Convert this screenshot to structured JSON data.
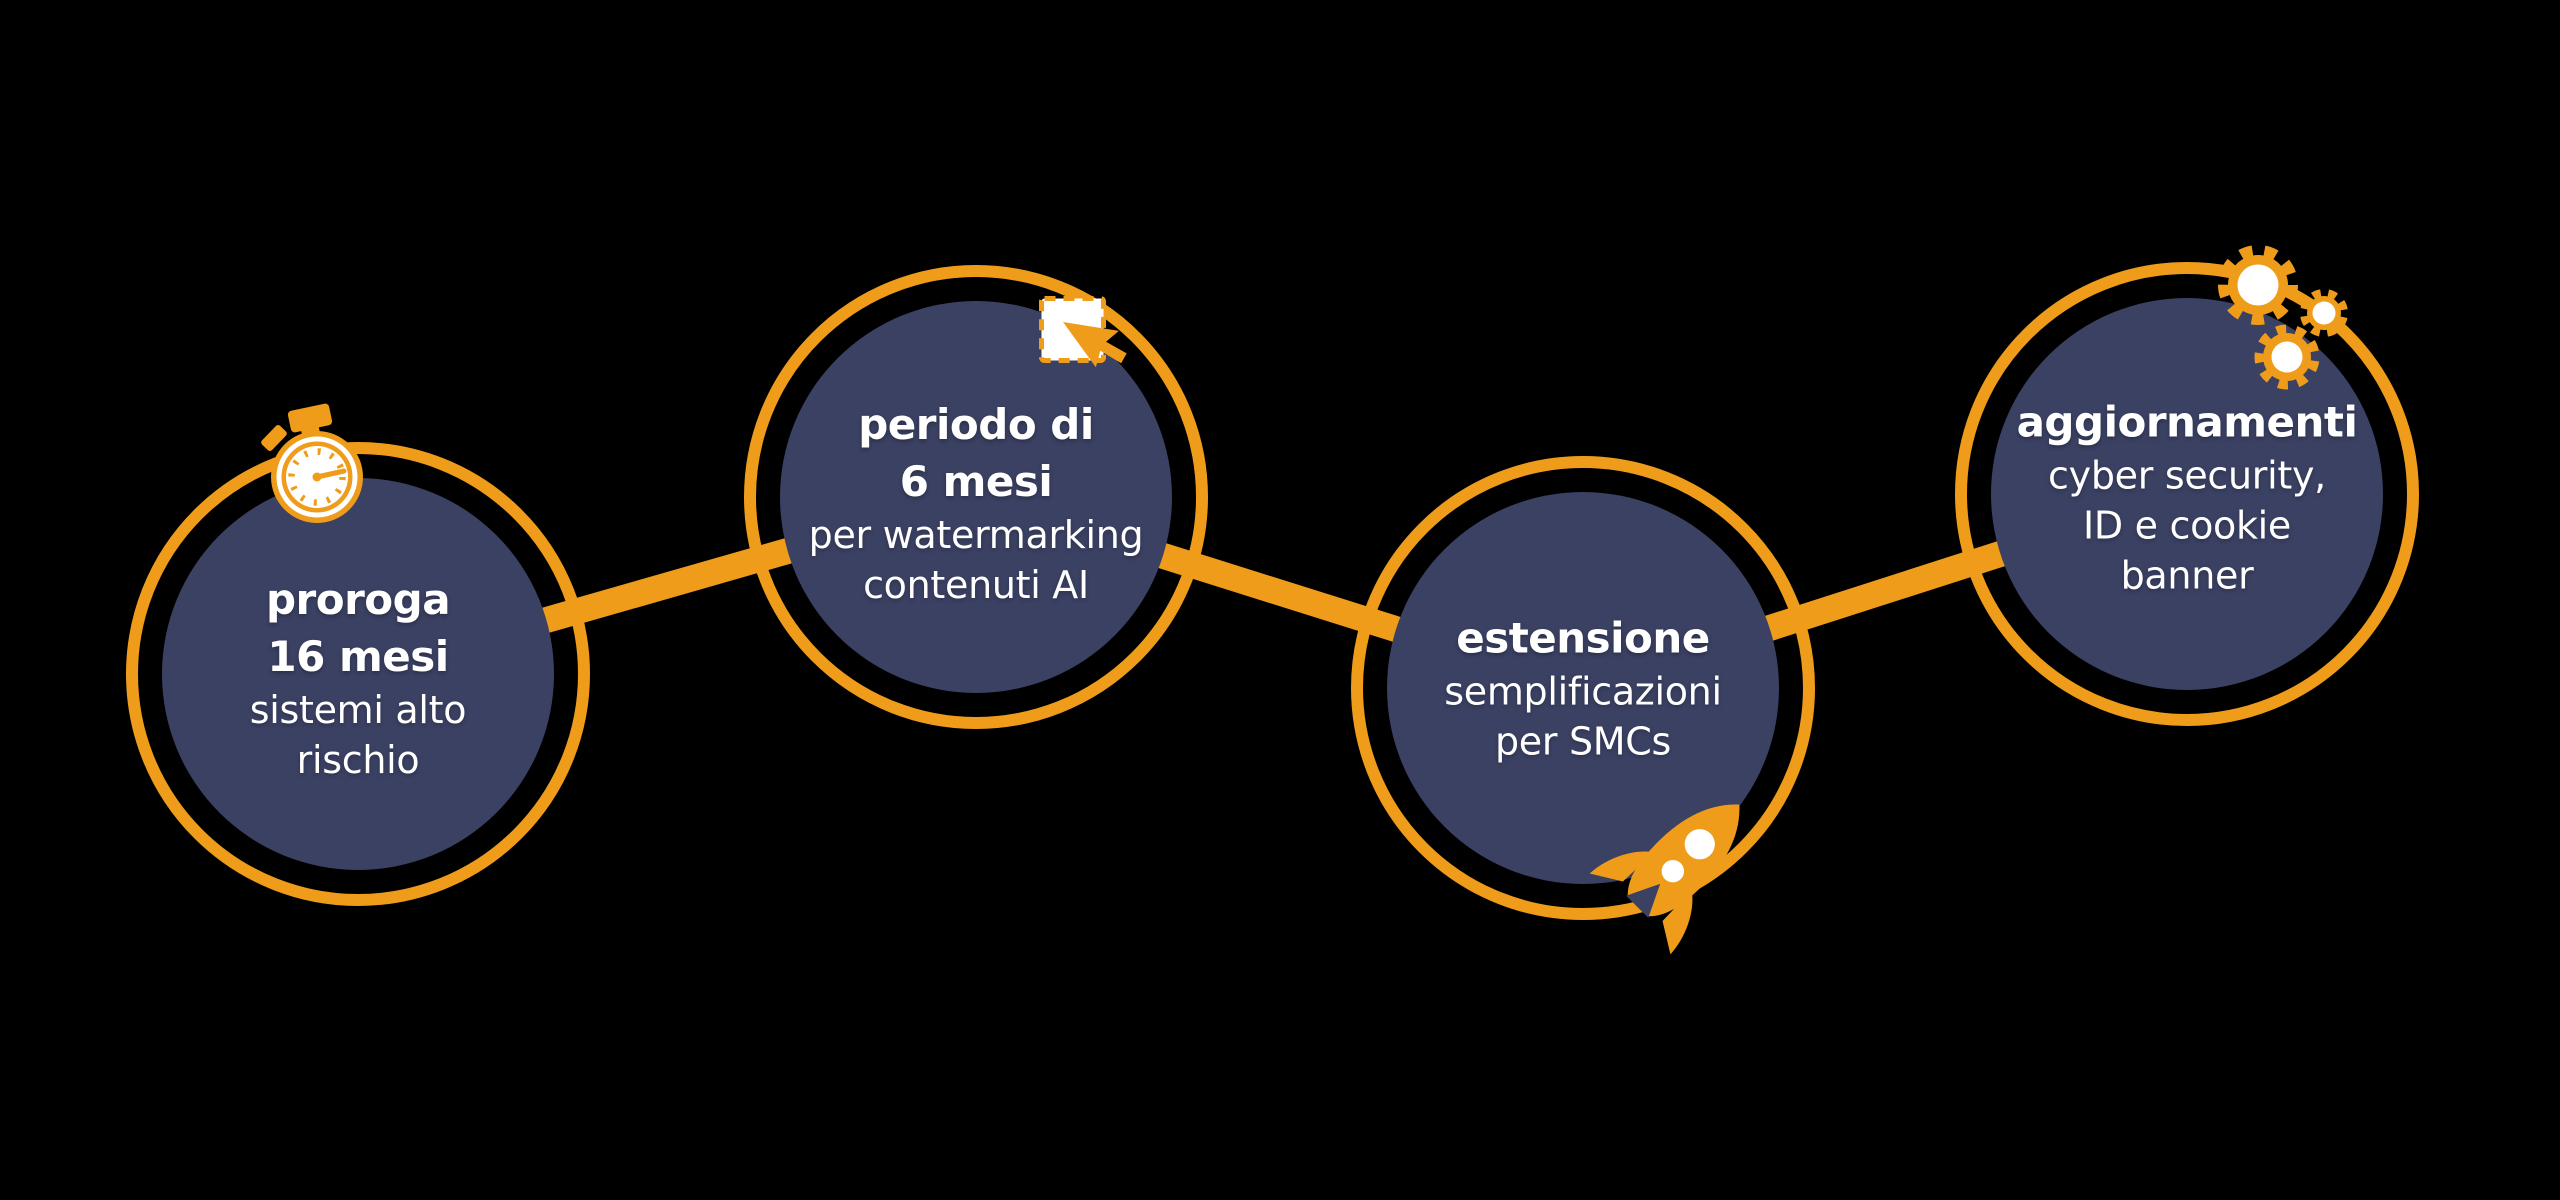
{
  "colors": {
    "orange": "#F09C1B",
    "navy": "#3B4163",
    "white": "#FFFFFF",
    "black": "#000000"
  },
  "diagram": {
    "kind": "timeline-infographic",
    "language": "it"
  },
  "nodes": [
    {
      "id": "proroga-16-mesi",
      "icon": "stopwatch-icon",
      "title_lines": [
        "proroga",
        "16 mesi"
      ],
      "body_lines": [
        "sistemi alto",
        "rischio"
      ]
    },
    {
      "id": "periodo-6-mesi",
      "icon": "document-cursor-icon",
      "title_lines": [
        "periodo di",
        "6 mesi"
      ],
      "body_lines": [
        "per watermarking",
        "contenuti AI"
      ]
    },
    {
      "id": "estensione-smc",
      "icon": "rocket-icon",
      "title_lines": [
        "estensione"
      ],
      "body_lines": [
        "semplificazioni",
        "per SMCs"
      ]
    },
    {
      "id": "aggiornamenti",
      "icon": "gears-icon",
      "title_lines": [
        "aggiornamenti"
      ],
      "body_lines": [
        "cyber security,",
        "ID e cookie",
        "banner"
      ]
    }
  ]
}
